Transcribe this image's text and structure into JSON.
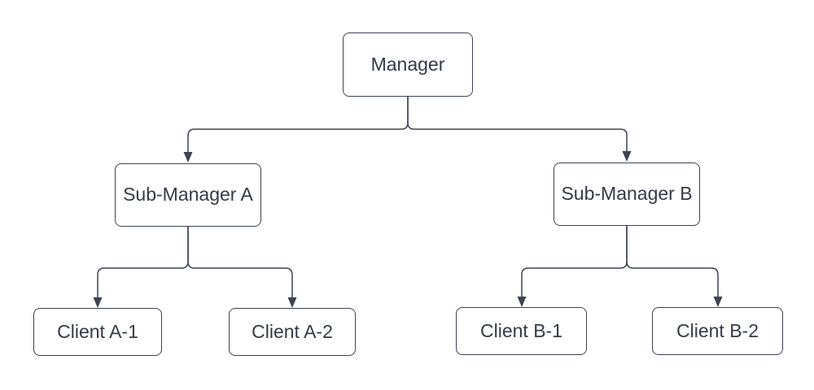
{
  "diagram_type": "org-chart",
  "colors": {
    "stroke": "#3C4452",
    "text": "#333B49",
    "fill": "#ffffff",
    "background": "#ffffff"
  },
  "nodes": {
    "manager": {
      "label": "Manager"
    },
    "sub_a": {
      "label": "Sub-Manager A"
    },
    "sub_b": {
      "label": "Sub-Manager B"
    },
    "client_a1": {
      "label": "Client A-1"
    },
    "client_a2": {
      "label": "Client A-2"
    },
    "client_b1": {
      "label": "Client B-1"
    },
    "client_b2": {
      "label": "Client B-2"
    }
  },
  "edges": [
    {
      "from": "manager",
      "to": "sub_a",
      "arrow": "target"
    },
    {
      "from": "manager",
      "to": "sub_b",
      "arrow": "target"
    },
    {
      "from": "sub_a",
      "to": "client_a1",
      "arrow": "target"
    },
    {
      "from": "sub_a",
      "to": "client_a2",
      "arrow": "target"
    },
    {
      "from": "sub_b",
      "to": "client_b1",
      "arrow": "target"
    },
    {
      "from": "sub_b",
      "to": "client_b2",
      "arrow": "target"
    }
  ]
}
